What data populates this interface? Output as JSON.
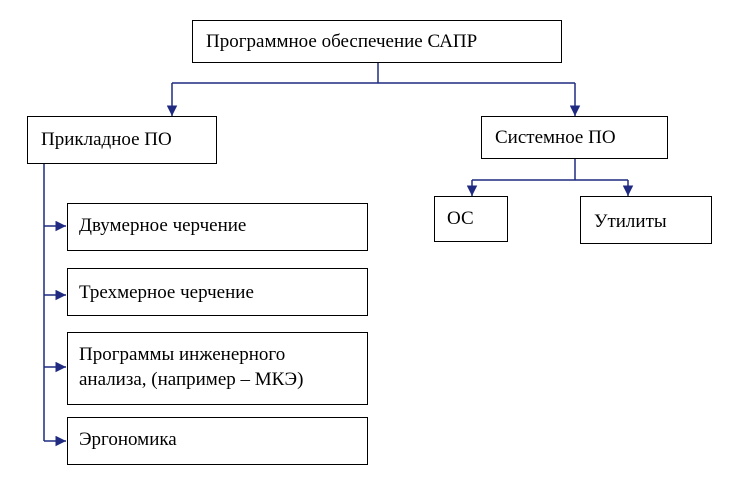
{
  "diagram": {
    "root": {
      "label": "Программное обеспечение САПР"
    },
    "applied": {
      "label": "Прикладное ПО",
      "children": [
        {
          "label": "Двумерное черчение"
        },
        {
          "label": "Трехмерное черчение"
        },
        {
          "label_lines": [
            "Программы инженерного",
            "анализа, (например – МКЭ)"
          ]
        },
        {
          "label": "Эргономика"
        }
      ]
    },
    "system": {
      "label": "Системное ПО",
      "children": [
        {
          "label": "ОС"
        },
        {
          "label": "Утилиты"
        }
      ]
    },
    "colors": {
      "connector": "#1f2a80",
      "box_border": "#000000",
      "text": "#000000"
    }
  }
}
